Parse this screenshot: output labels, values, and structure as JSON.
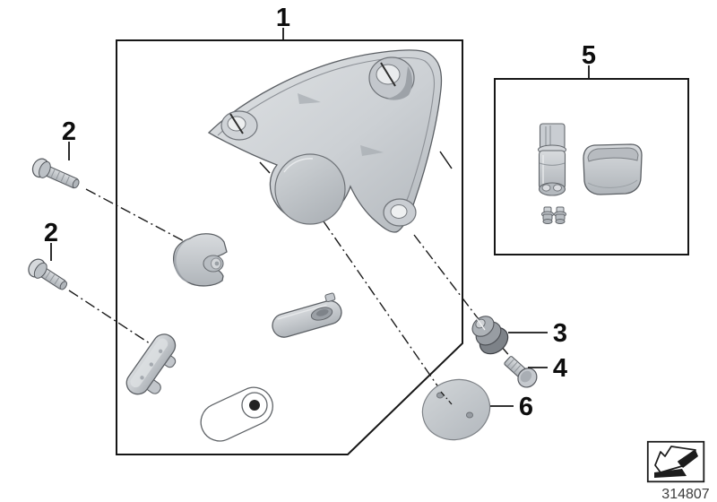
{
  "diagram": {
    "callouts": {
      "bracket_panel": "1",
      "screw_upper": "2",
      "screw_lower": "2",
      "grommet": "3",
      "bolt": "4",
      "repair_kit": "5",
      "pad_disc": "6"
    },
    "part_number": "314807",
    "icon": "direction-arrow",
    "colors": {
      "background": "#ffffff",
      "line": "#161616",
      "part_fill": "#ccd0d4",
      "part_shade": "#9aa0a6",
      "part_outline": "#5c6065",
      "grommet_fill": "#84898f",
      "part_number_text": "#3d3d3d"
    }
  }
}
